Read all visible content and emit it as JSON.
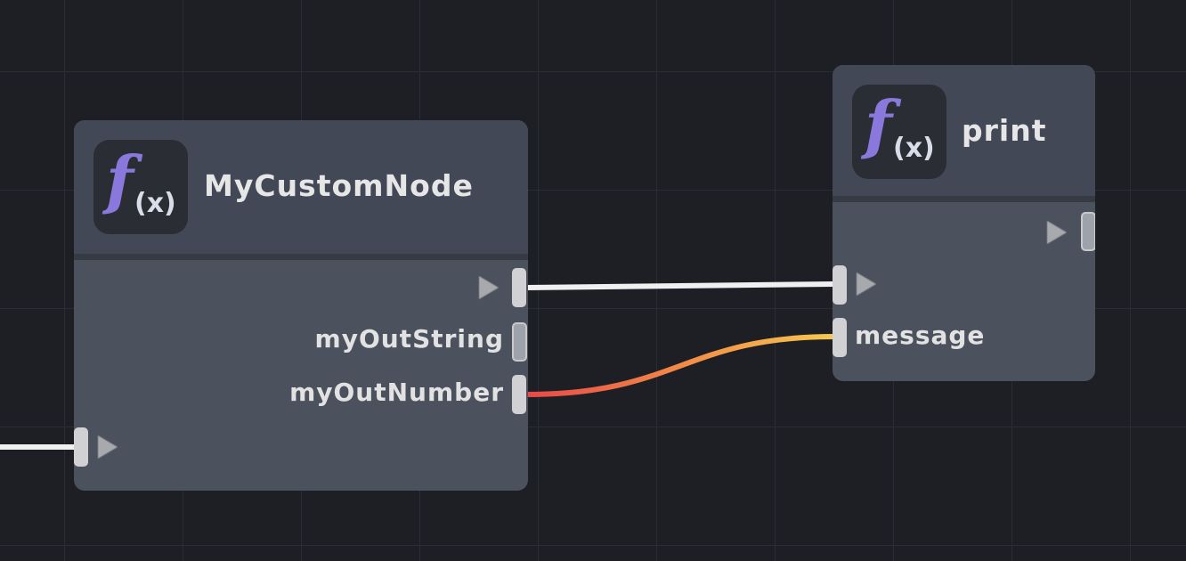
{
  "nodes": [
    {
      "title": "MyCustomNode",
      "icon": "function-icon",
      "icon_glyph": "f",
      "icon_sub": "(x)",
      "outputs": [
        "myOutString",
        "myOutNumber"
      ]
    },
    {
      "title": "print",
      "icon": "function-icon",
      "icon_glyph": "f",
      "icon_sub": "(x)",
      "inputs": [
        "message"
      ]
    }
  ],
  "colors": {
    "exec_wire": "#f0f0f0",
    "number_wire_start": "#e84848",
    "number_wire_end": "#f6c850",
    "accent": "#8a78dc"
  }
}
